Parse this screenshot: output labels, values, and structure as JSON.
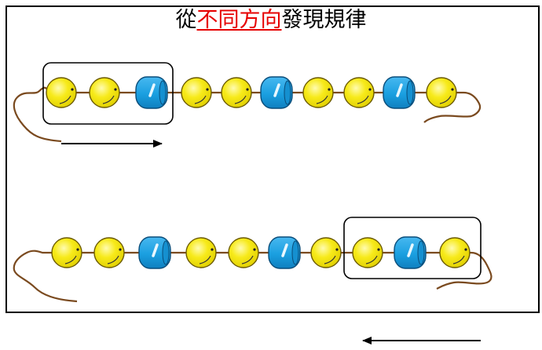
{
  "title": {
    "prefix": "從",
    "highlight": "不同方向",
    "suffix": "發現規律"
  },
  "colors": {
    "yellow_bead": "#f7ea1a",
    "blue_bead": "#1a9fe0",
    "string": "#7a4a1f",
    "highlight_text": "#e60000"
  },
  "strings": [
    {
      "name": "top-string",
      "pattern": [
        "yellow",
        "yellow",
        "blue",
        "yellow",
        "yellow",
        "blue",
        "yellow",
        "yellow",
        "blue",
        "yellow"
      ],
      "group_box_beads": [
        "yellow",
        "yellow",
        "blue"
      ],
      "arrow_direction": "right"
    },
    {
      "name": "bottom-string",
      "pattern": [
        "yellow",
        "yellow",
        "blue",
        "yellow",
        "yellow",
        "blue",
        "yellow",
        "yellow",
        "blue",
        "yellow"
      ],
      "group_box_beads": [
        "yellow",
        "blue",
        "yellow"
      ],
      "arrow_direction": "left"
    }
  ]
}
